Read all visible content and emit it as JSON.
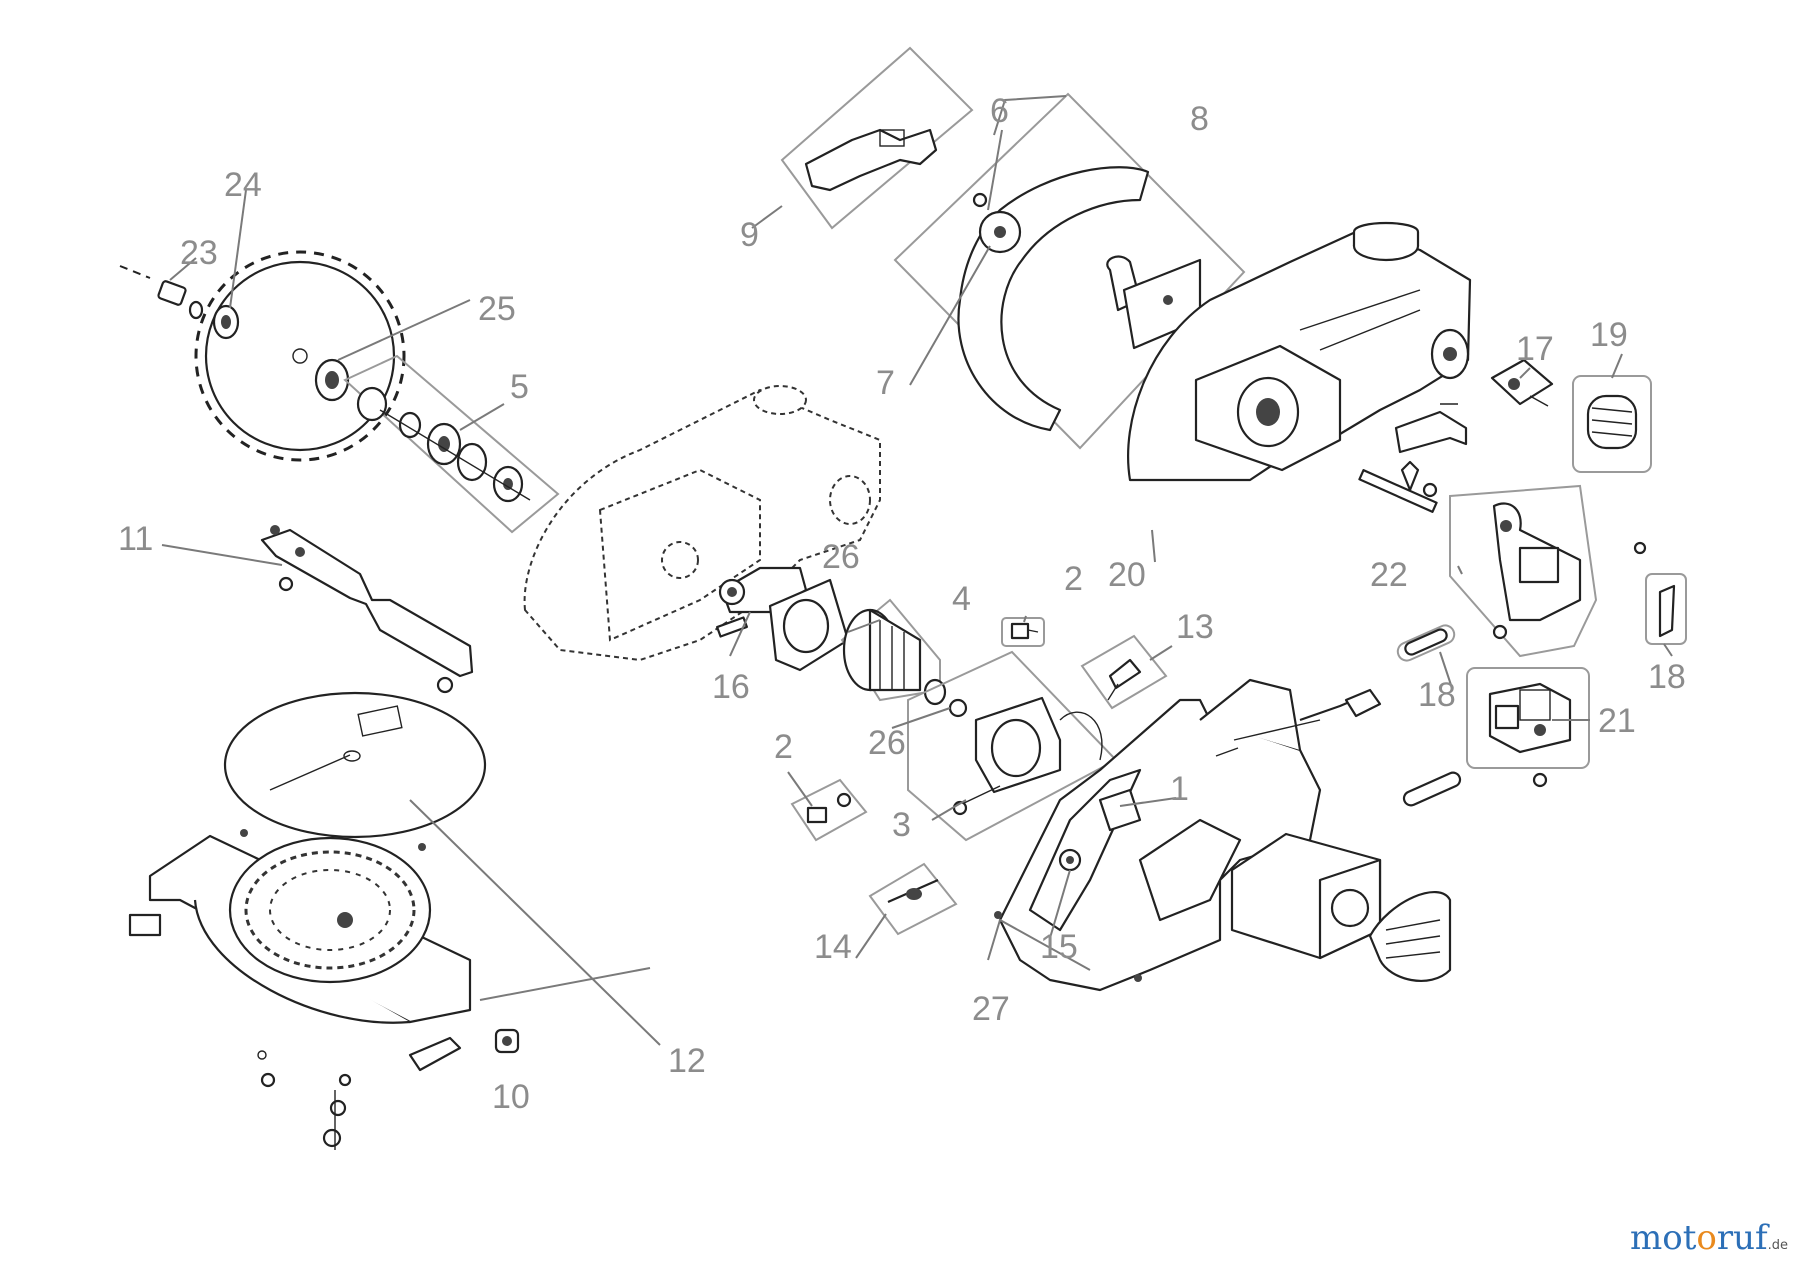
{
  "labels": [
    "1",
    "2",
    "2",
    "3",
    "4",
    "5",
    "6",
    "7",
    "8",
    "9",
    "10",
    "11",
    "12",
    "13",
    "14",
    "15",
    "16",
    "17",
    "18",
    "18",
    "19",
    "20",
    "21",
    "22",
    "23",
    "24",
    "25",
    "26",
    "26",
    "27"
  ],
  "watermark": {
    "part1": "mot",
    "part2": "o",
    "part3": "ruf",
    "part4": ".de"
  }
}
